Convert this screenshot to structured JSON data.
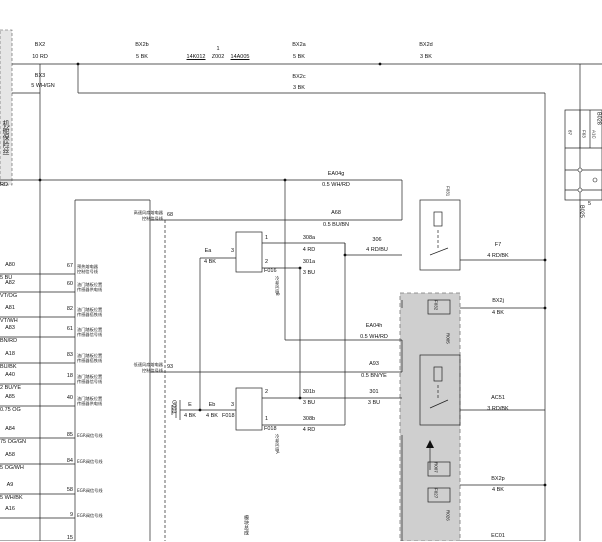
{
  "top_wires": {
    "bx2": "BX2",
    "bx2_spec": "10 RD",
    "bx3": "BX3",
    "bx3_spec": "5 WH/GN",
    "bx2b": "BX2b",
    "bx2b_spec": "5 BK",
    "splice_pin": "1",
    "conn_a": "14K012",
    "conn_b": "Z002",
    "conn_c": "14A005",
    "bx2a": "BX2a",
    "bx2a_spec": "5 BK",
    "bx2c": "BX2c",
    "bx2c_spec": "3 BK",
    "bx2d": "BX2d",
    "bx2d_spec": "3 BK"
  },
  "left_side": {
    "vertical_text": "机舱保险丝",
    "rd_fragment": "RD",
    "wires": [
      {
        "id": "A80",
        "spec": "5 BU"
      },
      {
        "id": "A82",
        "spec": "VT/OG"
      },
      {
        "id": "A81",
        "spec": "VT/WH"
      },
      {
        "id": "A83",
        "spec": "BN/RD"
      },
      {
        "id": "A18",
        "spec": "BU/BK"
      },
      {
        "id": "A40",
        "spec": "2 BU/YE"
      },
      {
        "id": "A85",
        "spec": "0.75 OG"
      },
      {
        "id": "A84",
        "spec": "75 OG/GN"
      },
      {
        "id": "A58",
        "spec": "5 OG/WH"
      },
      {
        "id": "A9",
        "spec": "5 WH/BK"
      },
      {
        "id": "A16",
        "spec": ""
      }
    ]
  },
  "module_pins": [
    {
      "pin": "67",
      "desc_line1": "预热熔电器",
      "desc_line2": "控制信号线"
    },
    {
      "pin": "60",
      "desc_line1": "油门踏板位置",
      "desc_line2": "传感器供电线"
    },
    {
      "pin": "82",
      "desc_line1": "油门踏板位置",
      "desc_line2": "传感器搭铁线"
    },
    {
      "pin": "61",
      "desc_line1": "油门踏板位置",
      "desc_line2": "传感器信号线"
    },
    {
      "pin": "83",
      "desc_line1": "油门踏板位置",
      "desc_line2": "传感器搭铁线"
    },
    {
      "pin": "18",
      "desc_line1": "油门踏板位置",
      "desc_line2": "传感器信号线"
    },
    {
      "pin": "40",
      "desc_line1": "油门踏板位置",
      "desc_line2": "传感器供电线"
    },
    {
      "pin": "85",
      "desc_line1": "EGR阀信号线",
      "desc_line2": ""
    },
    {
      "pin": "84",
      "desc_line1": "EGR阀信号线",
      "desc_line2": ""
    },
    {
      "pin": "58",
      "desc_line1": "EGR阀信号线",
      "desc_line2": ""
    },
    {
      "pin": "9",
      "desc_line1": "EGR阀信号线",
      "desc_line2": ""
    },
    {
      "pin": "15",
      "desc_line1": "",
      "desc_line2": ""
    }
  ],
  "fan_signals": {
    "high_line1": "高速风扇熔电器",
    "high_line2": "控制信号线",
    "high_pin": "68",
    "low_line1": "低速风扇熔电器",
    "low_line2": "控制信号线",
    "low_pin": "93"
  },
  "center": {
    "ea": "Ea",
    "ea_spec": "4 BK",
    "pin3_top": "3",
    "pin3_bottom": "3",
    "f016": "F016",
    "f016_label": "冷却风扇B",
    "e": "E",
    "e_spec": "4 BK",
    "eb": "Eb",
    "eb_spec": "4 BK",
    "f018a": "F018",
    "f018b": "F018",
    "f018_label": "冷却风扇A",
    "g003": "G003",
    "pin1_a": "1",
    "pin2_a": "2",
    "pin2_b": "2",
    "pin1_b": "1"
  },
  "relay_wires": {
    "ea04g": "EA04g",
    "ea04g_spec": "0.5 WH/RD",
    "a68": "A68",
    "a68_spec": "0.5 BU/BN",
    "w308a": "308a",
    "w308a_spec": "4 RD",
    "w306": "306",
    "w306_spec": "4 RD/BU",
    "w301a": "301a",
    "w301a_spec": "3 BU",
    "f7": "F7",
    "f7_spec": "4 RD/BK",
    "bx2j": "BX2j",
    "bx2j_spec": "4 BK",
    "ea04h": "EA04h",
    "ea04h_spec": "0.5 WH/RD",
    "a93": "A93",
    "a93_spec": "0.5 BN/YE",
    "w301b": "301b",
    "w301b_spec": "3 BU",
    "w301": "301",
    "w301_spec": "3 BU",
    "w308b": "308b",
    "w308b_spec": "4 RD",
    "ac51": "AC51",
    "ac51_spec": "3 RD/BK",
    "bx2p": "BX2p",
    "bx2p_spec": "4 BK",
    "ec01": "EC01"
  },
  "relay_tags": {
    "k1": "F031",
    "k2": "R005",
    "k3": "F032",
    "k4": "R007",
    "k5": "F027",
    "k6": "R026"
  },
  "right_box": {
    "b028": "B028",
    "b025": "B025",
    "p1": "87",
    "p2": "F63",
    "p3": "A1C",
    "foot": "5"
  },
  "bottom": {
    "module_vertical": "模块总成"
  }
}
